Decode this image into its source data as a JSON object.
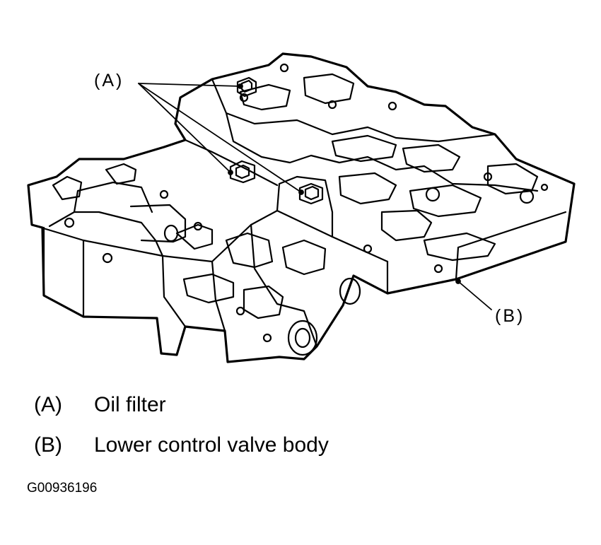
{
  "callouts": {
    "a": "(A)",
    "b": "(B)"
  },
  "legend": [
    {
      "key": "(A)",
      "label": "Oil filter"
    },
    {
      "key": "(B)",
      "label": "Lower control valve body"
    }
  ],
  "figure_id": "G00936196",
  "colors": {
    "ink": "#000000",
    "paper": "#ffffff"
  }
}
